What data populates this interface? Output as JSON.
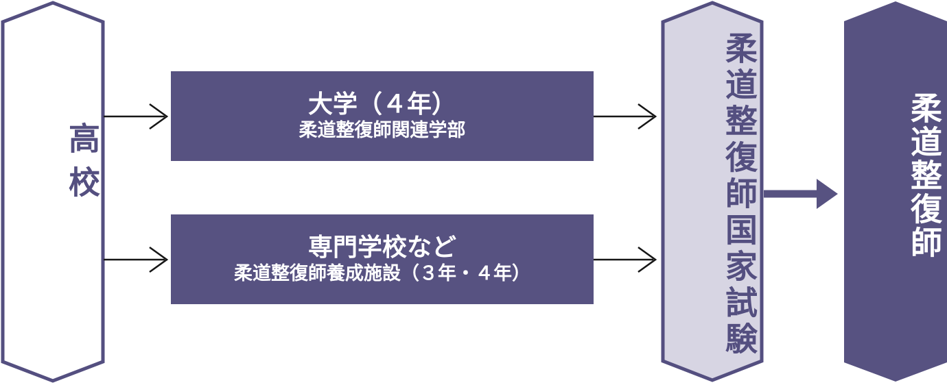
{
  "diagram": {
    "start": {
      "label": "高校"
    },
    "paths": [
      {
        "title": "大学（４年）",
        "subtitle": "柔道整復師関連学部"
      },
      {
        "title": "専門学校など",
        "subtitle": "柔道整復師養成施設（３年・４年）"
      }
    ],
    "exam": {
      "label": "柔道整復師国家試験"
    },
    "result": {
      "label": "柔道整復師"
    }
  },
  "colors": {
    "dark_purple": "#575281",
    "light_lavender": "#d7d5e3",
    "border_purple": "#544f80",
    "arrow_black": "#161616",
    "background": "#ffffff"
  }
}
